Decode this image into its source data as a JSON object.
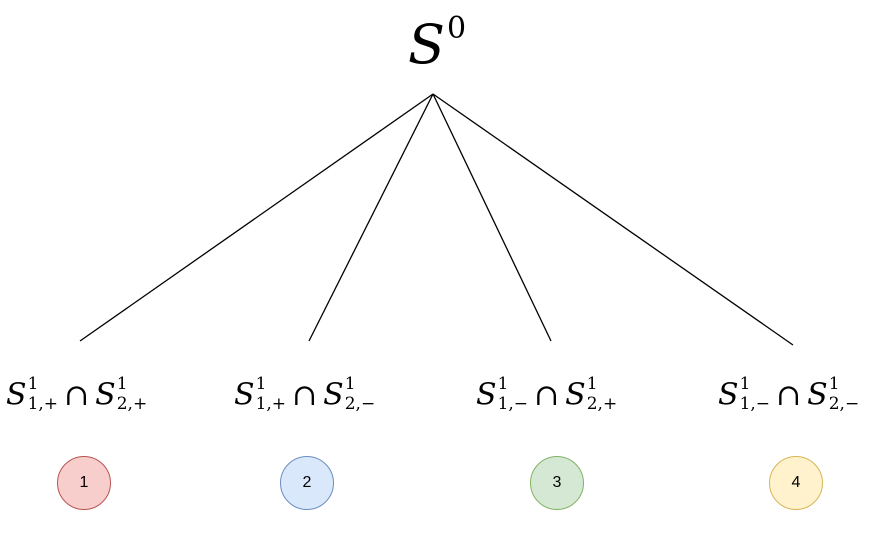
{
  "root": {
    "base": "S",
    "sup": "0"
  },
  "leaves": [
    {
      "left": {
        "base": "S",
        "sup": "1",
        "sub": "1,+"
      },
      "op": "∩",
      "right": {
        "base": "S",
        "sup": "1",
        "sub": "2,+"
      },
      "badge": "1",
      "fill": "#f8cecc",
      "stroke": "#b85450"
    },
    {
      "left": {
        "base": "S",
        "sup": "1",
        "sub": "1,+"
      },
      "op": "∩",
      "right": {
        "base": "S",
        "sup": "1",
        "sub": "2,−"
      },
      "badge": "2",
      "fill": "#dae8fc",
      "stroke": "#6c8ebf"
    },
    {
      "left": {
        "base": "S",
        "sup": "1",
        "sub": "1,−"
      },
      "op": "∩",
      "right": {
        "base": "S",
        "sup": "1",
        "sub": "2,+"
      },
      "badge": "3",
      "fill": "#d5e8d4",
      "stroke": "#82b366"
    },
    {
      "left": {
        "base": "S",
        "sup": "1",
        "sub": "1,−"
      },
      "op": "∩",
      "right": {
        "base": "S",
        "sup": "1",
        "sub": "2,−"
      },
      "badge": "4",
      "fill": "#fff2cc",
      "stroke": "#d6b656"
    }
  ]
}
